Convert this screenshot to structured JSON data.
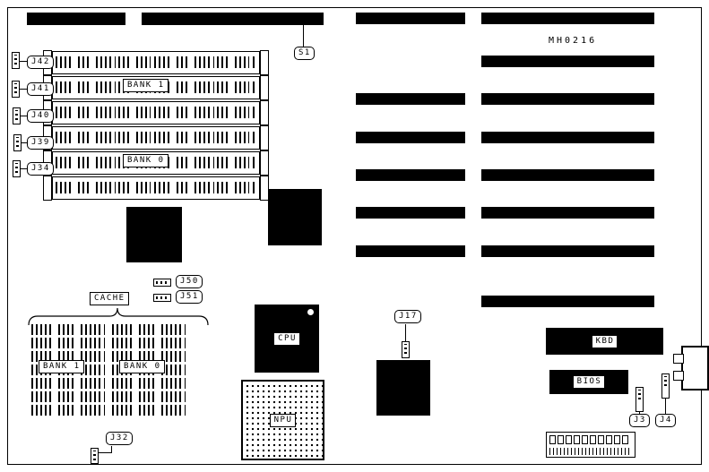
{
  "part_number": "MH0216",
  "colors": {
    "ink": "#000000",
    "background": "#ffffff"
  },
  "switches": {
    "s1": "S1"
  },
  "left_connectors": [
    {
      "label": "J42"
    },
    {
      "label": "J41"
    },
    {
      "label": "J40"
    },
    {
      "label": "J39"
    },
    {
      "label": "J34"
    }
  ],
  "memory": {
    "bank1": "BANK 1",
    "bank0": "BANK 0"
  },
  "cache": {
    "title": "CACHE",
    "bank1": "BANK 1",
    "bank0": "BANK 0"
  },
  "jumpers": {
    "j50": "J50",
    "j51": "J51",
    "j17": "J17",
    "j3": "J3",
    "j4": "J4",
    "j32": "J32"
  },
  "chips": {
    "cpu": "CPU",
    "npu": "NPU",
    "kbd": "KBD",
    "bios": "BIOS"
  }
}
